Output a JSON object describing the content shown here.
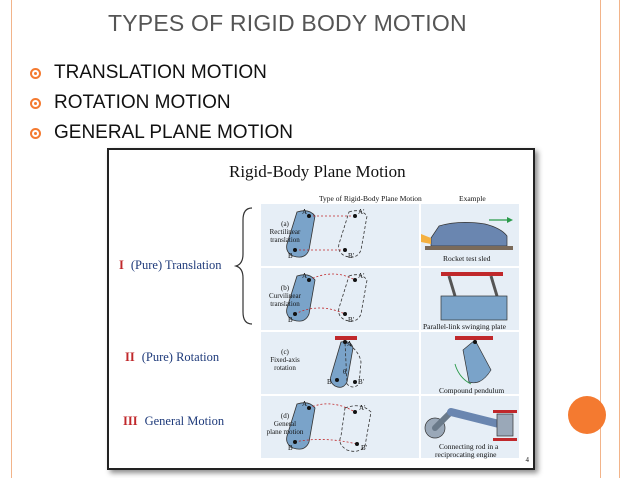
{
  "slide": {
    "title": "TYPES OF RIGID BODY MOTION",
    "bullets": [
      "TRANSLATION MOTION",
      "ROTATION MOTION",
      "GENERAL PLANE MOTION"
    ],
    "accent_color": "#f47a30",
    "bullet_icon": "ring-bullet-icon"
  },
  "figure": {
    "title": "Rigid-Body Plane Motion",
    "col_type": "Type of Rigid-Body Plane Motion",
    "col_example": "Example",
    "categories": [
      {
        "num": "I",
        "label": "(Pure) Translation"
      },
      {
        "num": "II",
        "label": "(Pure) Rotation"
      },
      {
        "num": "III",
        "label": "General Motion"
      }
    ],
    "rows": [
      {
        "tag": "(a)",
        "l1": "Rectilinear",
        "l2": "translation",
        "l3": "",
        "example": "Rocket test sled"
      },
      {
        "tag": "(b)",
        "l1": "Curvilinear",
        "l2": "translation",
        "l3": "",
        "example": "Parallel-link swinging plate"
      },
      {
        "tag": "(c)",
        "l1": "Fixed-axis",
        "l2": "rotation",
        "l3": "",
        "example": "Compound pendulum"
      },
      {
        "tag": "(d)",
        "l1": "General",
        "l2": "plane motion",
        "l3": "",
        "example": "Connecting rod in a",
        "example2": "reciprocating engine"
      }
    ],
    "points": {
      "A": "A",
      "B": "B",
      "A2": "A′",
      "B2": "B′",
      "theta": "θ"
    },
    "page_number": "4"
  }
}
